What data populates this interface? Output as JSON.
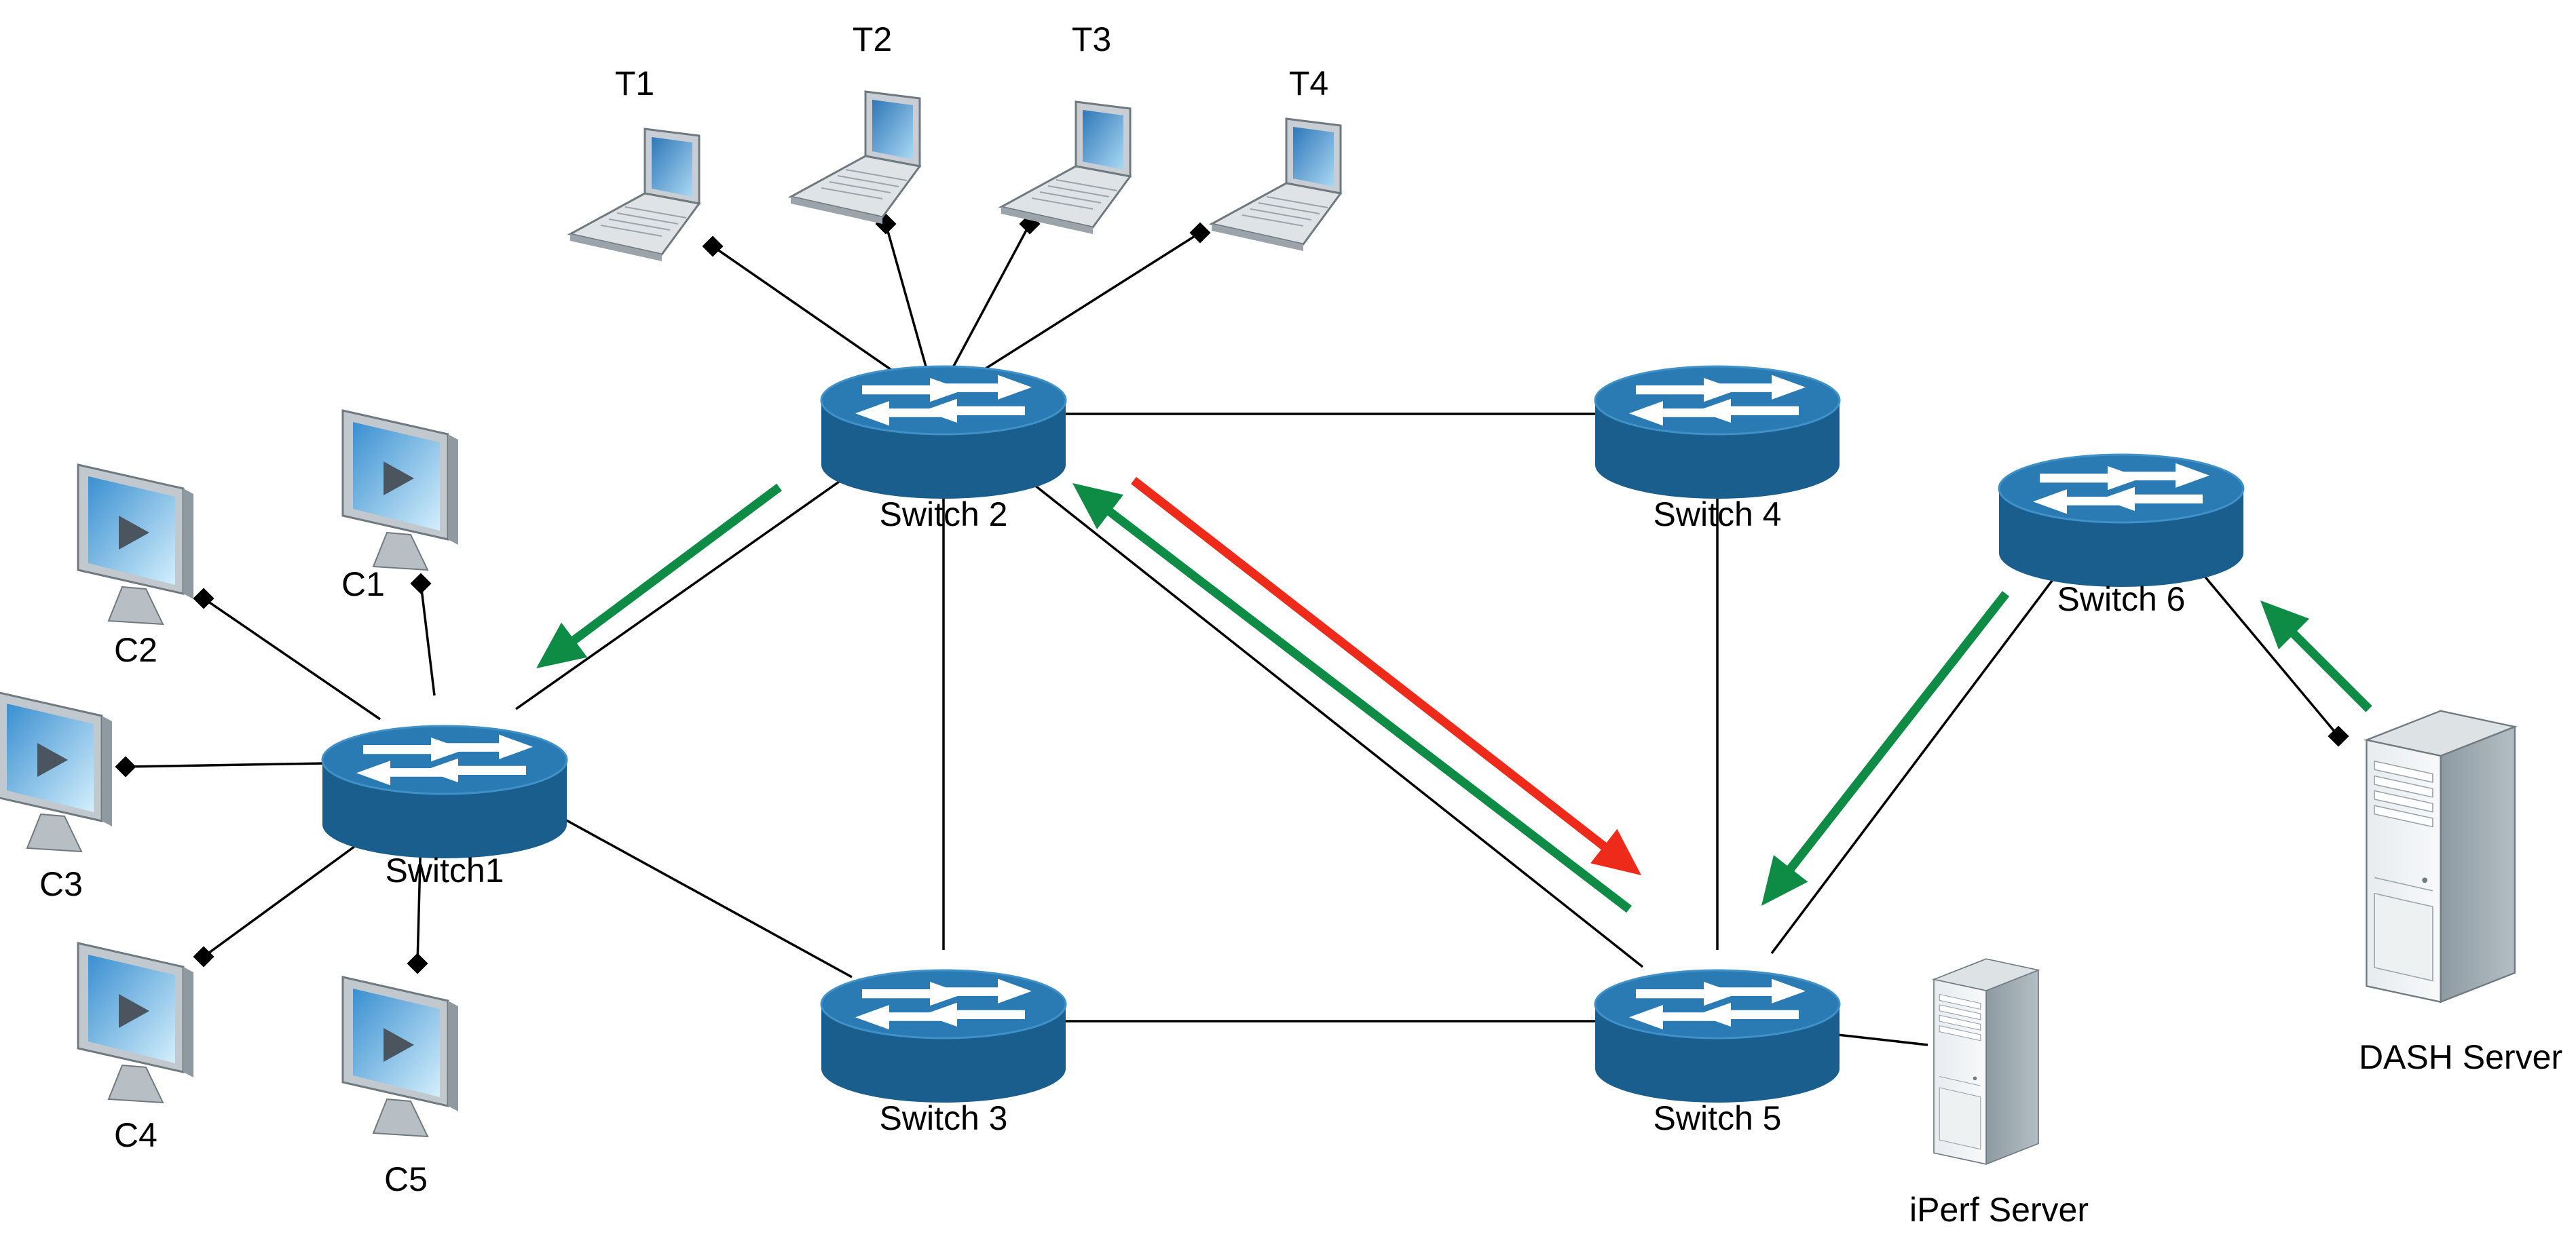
{
  "switches": [
    {
      "id": "sw1",
      "label": "Switch1"
    },
    {
      "id": "sw2",
      "label": "Switch 2"
    },
    {
      "id": "sw3",
      "label": "Switch 3"
    },
    {
      "id": "sw4",
      "label": "Switch 4"
    },
    {
      "id": "sw5",
      "label": "Switch 5"
    },
    {
      "id": "sw6",
      "label": "Switch 6"
    }
  ],
  "laptops": [
    {
      "id": "t1",
      "label": "T1"
    },
    {
      "id": "t2",
      "label": "T2"
    },
    {
      "id": "t3",
      "label": "T3"
    },
    {
      "id": "t4",
      "label": "T4"
    }
  ],
  "clients": [
    {
      "id": "c1",
      "label": "C1"
    },
    {
      "id": "c2",
      "label": "C2"
    },
    {
      "id": "c3",
      "label": "C3"
    },
    {
      "id": "c4",
      "label": "C4"
    },
    {
      "id": "c5",
      "label": "C5"
    }
  ],
  "servers": [
    {
      "id": "iperf",
      "label": "iPerf Server"
    },
    {
      "id": "dash",
      "label": "DASH Server"
    }
  ],
  "links": [
    [
      "sw2",
      "sw4"
    ],
    [
      "sw2",
      "sw1"
    ],
    [
      "sw2",
      "sw3"
    ],
    [
      "sw2",
      "sw5"
    ],
    [
      "sw1",
      "sw3"
    ],
    [
      "sw3",
      "sw5"
    ],
    [
      "sw4",
      "sw5"
    ],
    [
      "sw6",
      "sw5"
    ],
    [
      "sw6",
      "dash"
    ],
    [
      "sw5",
      "iperf"
    ],
    [
      "t1",
      "sw2"
    ],
    [
      "t2",
      "sw2"
    ],
    [
      "t3",
      "sw2"
    ],
    [
      "t4",
      "sw2"
    ],
    [
      "c1",
      "sw1"
    ],
    [
      "c2",
      "sw1"
    ],
    [
      "c3",
      "sw1"
    ],
    [
      "c4",
      "sw1"
    ],
    [
      "c5",
      "sw1"
    ]
  ],
  "flows": [
    {
      "from": "sw2",
      "to": "sw1",
      "color": "#0e8c45"
    },
    {
      "from": "sw5",
      "to": "sw2",
      "color": "#0e8c45"
    },
    {
      "from": "sw2",
      "to": "sw5",
      "color": "#ee2a1a"
    },
    {
      "from": "sw6",
      "to": "sw5",
      "color": "#0e8c45"
    },
    {
      "from": "dash",
      "to": "sw6",
      "color": "#0e8c45"
    }
  ],
  "colors": {
    "switch_top": "#2a7bb4",
    "switch_side": "#1a5e8e",
    "flow_green": "#0e8c45",
    "flow_red": "#ee2a1a"
  },
  "icons": {
    "switch": "router-switch-icon",
    "laptop": "laptop-icon",
    "client": "monitor-play-icon",
    "server": "tower-server-icon"
  }
}
